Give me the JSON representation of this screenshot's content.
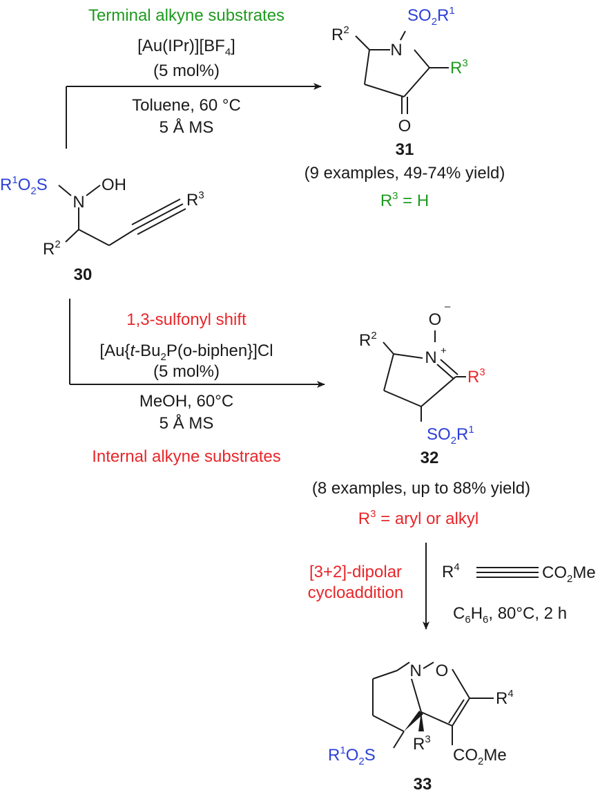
{
  "colors": {
    "black": "#1a1a1a",
    "blue": "#2b3fd6",
    "green": "#1e9a1e",
    "red": "#e8262a"
  },
  "top_reaction": {
    "substrate_type": "Terminal alkyne substrates",
    "catalyst": "[Au(IPr)][BF",
    "catalyst_sub": "4",
    "catalyst_close": "]",
    "loading": "(5 mol%)",
    "solvent": "Toluene, 60 °C",
    "additive": "5 Å MS",
    "product_number": "31",
    "product_scope": "(9 examples, 49-74% yield)",
    "r3_condition_prefix": "R",
    "r3_condition_sup": "3",
    "r3_condition_value": " = H"
  },
  "substrate": {
    "number": "30",
    "sulfonyl": "R",
    "sulfonyl_sup": "1",
    "sulfonyl_rest": "O",
    "sulfonyl_sub": "2",
    "sulfonyl_s": "S",
    "n": "N",
    "oh": "OH",
    "r2": "R",
    "r2_sup": "2",
    "r3": "R",
    "r3_sup": "3"
  },
  "product31": {
    "so2": "SO",
    "so2_sub": "2",
    "so2_r": "R",
    "so2_sup": "1",
    "n": "N",
    "r2": "R",
    "r2_sup": "2",
    "r3": "R",
    "r3_sup": "3",
    "o": "O"
  },
  "bottom_reaction": {
    "shift": "1,3-sulfonyl shift",
    "catalyst_a": "[Au{",
    "catalyst_t": "t",
    "catalyst_b": "-Bu",
    "catalyst_sub": "2",
    "catalyst_c": "P(o-biphen}]Cl",
    "loading": "(5 mol%)",
    "solvent": "MeOH, 60°C",
    "additive": "5 Å MS",
    "substrate_type": "Internal alkyne substrates",
    "product_number": "32",
    "product_scope": "(8 examples, up to 88% yield)",
    "r3_condition_prefix": "R",
    "r3_condition_sup": "3",
    "r3_condition_value": " = aryl or alkyl"
  },
  "product32": {
    "o_minus": "O",
    "minus": "–",
    "n": "N",
    "plus": "+",
    "r2": "R",
    "r2_sup": "2",
    "r3": "R",
    "r3_sup": "3",
    "so2": "SO",
    "so2_sub": "2",
    "so2_r": "R",
    "so2_sup": "1"
  },
  "cycloaddition": {
    "label_line1": "[3+2]-dipolar",
    "label_line2": "cycloaddition",
    "reagent_r4": "R",
    "reagent_r4_sup": "4",
    "reagent_ester": "CO",
    "reagent_ester_sub": "2",
    "reagent_ester_me": "Me",
    "conditions_a": "C",
    "conditions_sub1": "6",
    "conditions_b": "H",
    "conditions_sub2": "6",
    "conditions_c": ", 80°C, 2 h"
  },
  "product33": {
    "number": "33",
    "n": "N",
    "o": "O",
    "r4": "R",
    "r4_sup": "4",
    "r3": "R",
    "r3_sup": "3",
    "ester": "CO",
    "ester_sub": "2",
    "ester_me": "Me",
    "sulfonyl": "R",
    "sulfonyl_sup": "1",
    "sulfonyl_rest": "O",
    "sulfonyl_sub": "2",
    "sulfonyl_s": "S"
  }
}
